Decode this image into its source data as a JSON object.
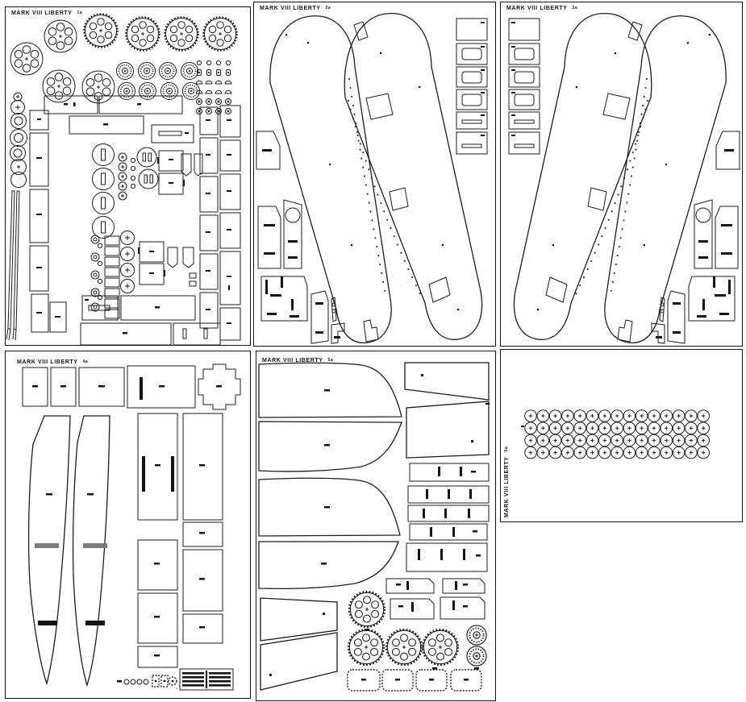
{
  "colors": {
    "background": "#ffffff",
    "line": "#1c1c1c",
    "panel_border": "#141414",
    "slot_dark": "#141414",
    "slot_gray": "#7a7a7a"
  },
  "sheets": [
    {
      "title": "MARK VIII LIBERTY",
      "number": "1a"
    },
    {
      "title": "MARK VIII LIBERTY",
      "number": "2a"
    },
    {
      "title": "MARK VIII LIBERTY",
      "number": "3a"
    },
    {
      "title": "MARK VIII LIBERTY",
      "number": "4a"
    },
    {
      "title": "MARK VIII LIBERTY",
      "number": "5a"
    },
    {
      "title": "MARK VIII LIBERTY",
      "number": "6a"
    }
  ],
  "roller_grid": {
    "rows": 4,
    "columns": 15
  }
}
